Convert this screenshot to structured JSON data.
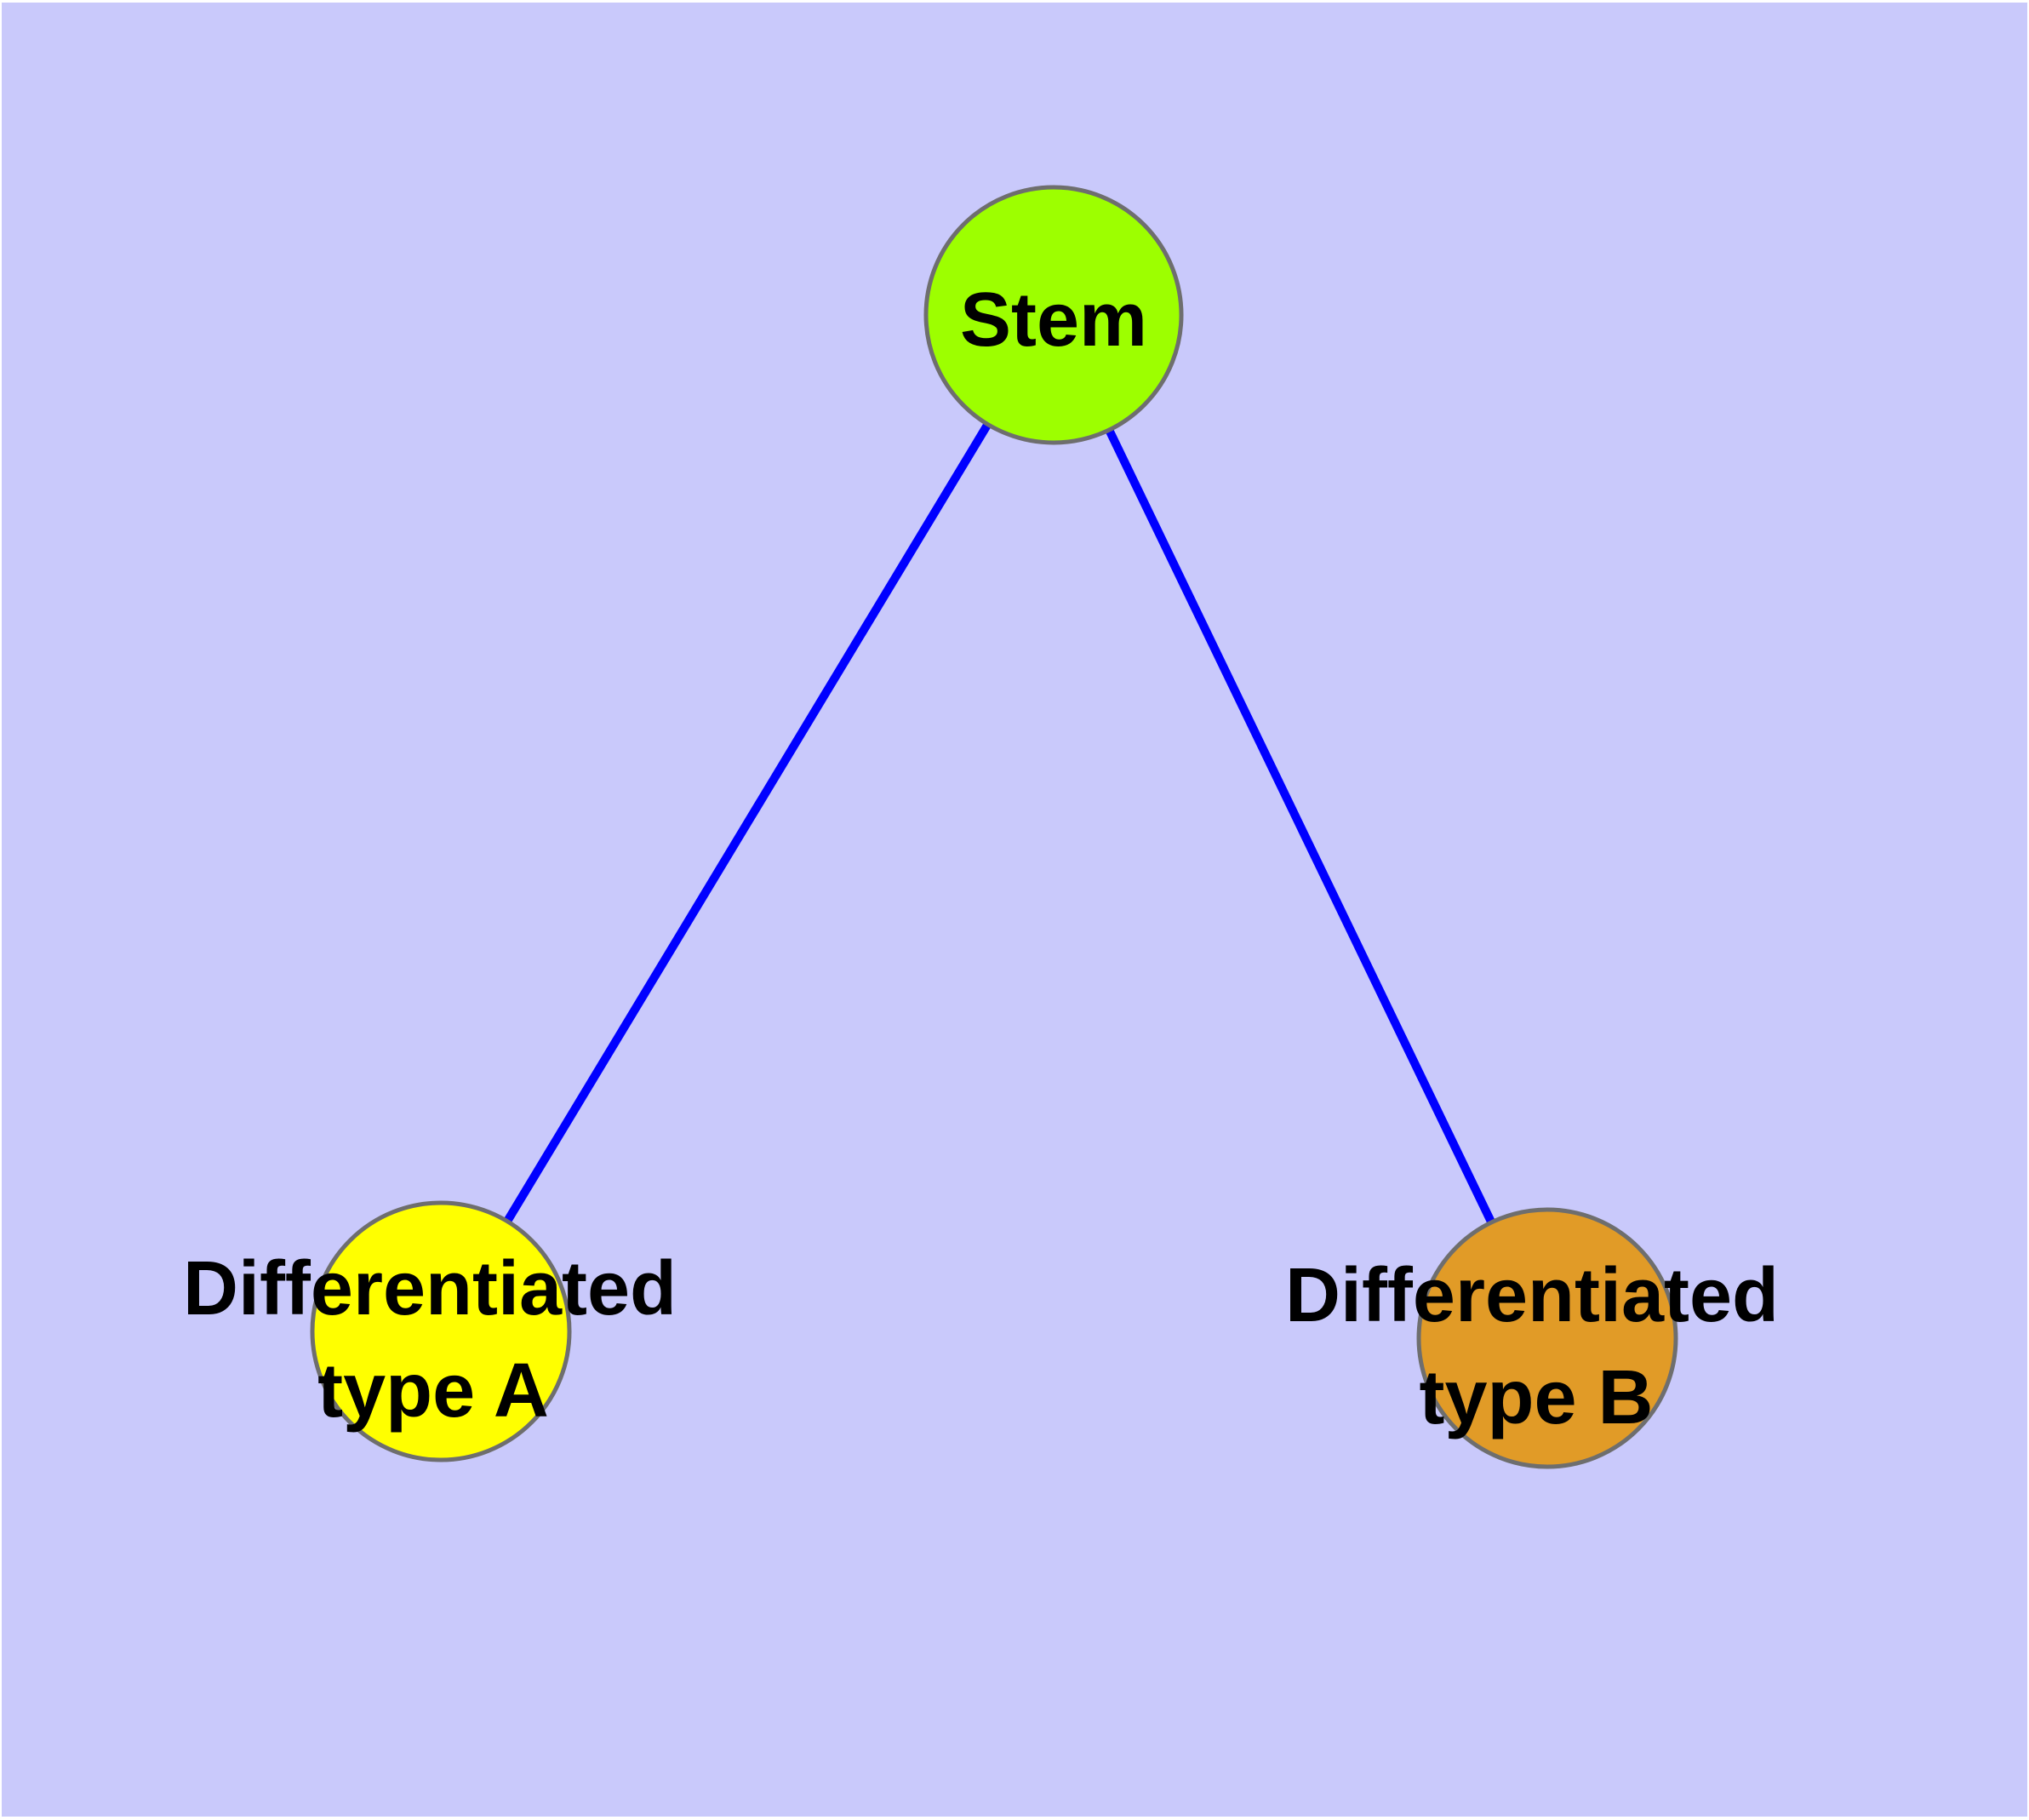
{
  "diagram": {
    "background_color": "#C9C9FB",
    "margin_color": "#FFFFFF",
    "node_stroke_color": "#6E6E6E",
    "edge_color": "#0000FF",
    "label_color": "#000000",
    "nodes": [
      {
        "id": "stem",
        "label": "Stem",
        "fill": "#9DFF00"
      },
      {
        "id": "differentiated-type-a",
        "label": "Differentiated type A",
        "label_line1": "Differentiated",
        "label_line2": "type A",
        "fill": "#FFFF00"
      },
      {
        "id": "differentiated-type-b",
        "label": "Differentiated type B",
        "label_line1": "Differentiated",
        "label_line2": "type B",
        "fill": "#E19B27"
      }
    ],
    "edges": [
      {
        "from": "Stem",
        "to": "Differentiated type A",
        "color": "#0000FF"
      },
      {
        "from": "Stem",
        "to": "Differentiated type B",
        "color": "#0000FF"
      }
    ]
  }
}
